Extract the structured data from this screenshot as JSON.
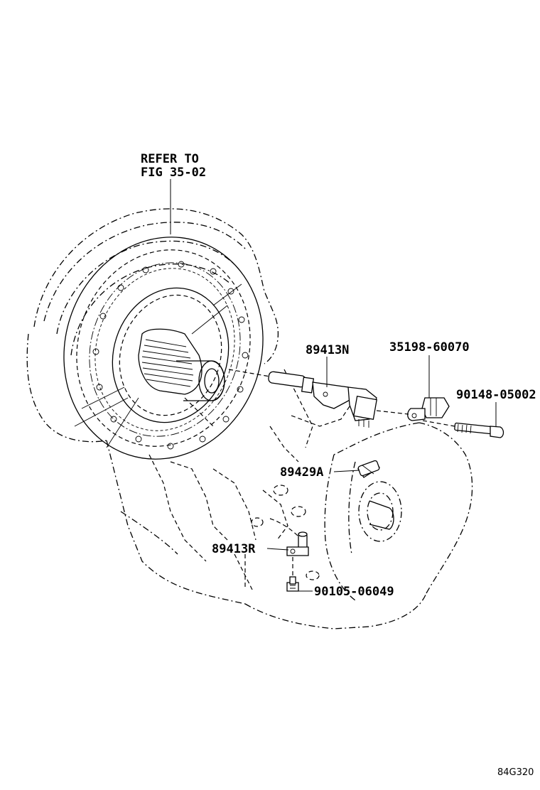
{
  "reference_note": {
    "line1": "REFER TO",
    "line2": "FIG 35-02"
  },
  "callouts": [
    {
      "id": "speed-sensor-n",
      "part_no": "89413N"
    },
    {
      "id": "bracket",
      "part_no": "35198-60070"
    },
    {
      "id": "bolt-upper",
      "part_no": "90148-05002"
    },
    {
      "id": "pressure-switch",
      "part_no": "89429A"
    },
    {
      "id": "speed-sensor-r",
      "part_no": "89413R"
    },
    {
      "id": "bolt-lower",
      "part_no": "90105-06049"
    }
  ],
  "figure_code": "84G320"
}
